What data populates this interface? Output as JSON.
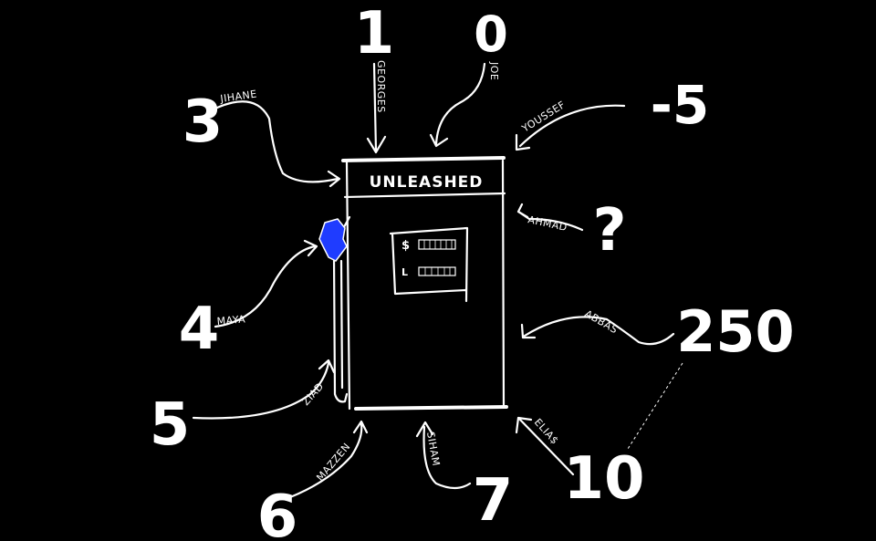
{
  "pump": {
    "title": "UNLEASHED",
    "price_symbol": "$",
    "litre_symbol": "L",
    "nozzle_color": "#1f3cff"
  },
  "estimates": [
    {
      "name": "GEORGES",
      "value": "1"
    },
    {
      "name": "JOE",
      "value": "0"
    },
    {
      "name": "JIHANE",
      "value": "3"
    },
    {
      "name": "YOUSSEF",
      "value": "-5"
    },
    {
      "name": "AHMAD",
      "value": "?"
    },
    {
      "name": "MAYA",
      "value": "4"
    },
    {
      "name": "ABBAS",
      "value": "250"
    },
    {
      "name": "ZIAD",
      "value": "5"
    },
    {
      "name": "MAZZEN",
      "value": "6"
    },
    {
      "name": "SIHAM",
      "value": "7"
    },
    {
      "name": "ELIA$",
      "value": "10"
    }
  ]
}
